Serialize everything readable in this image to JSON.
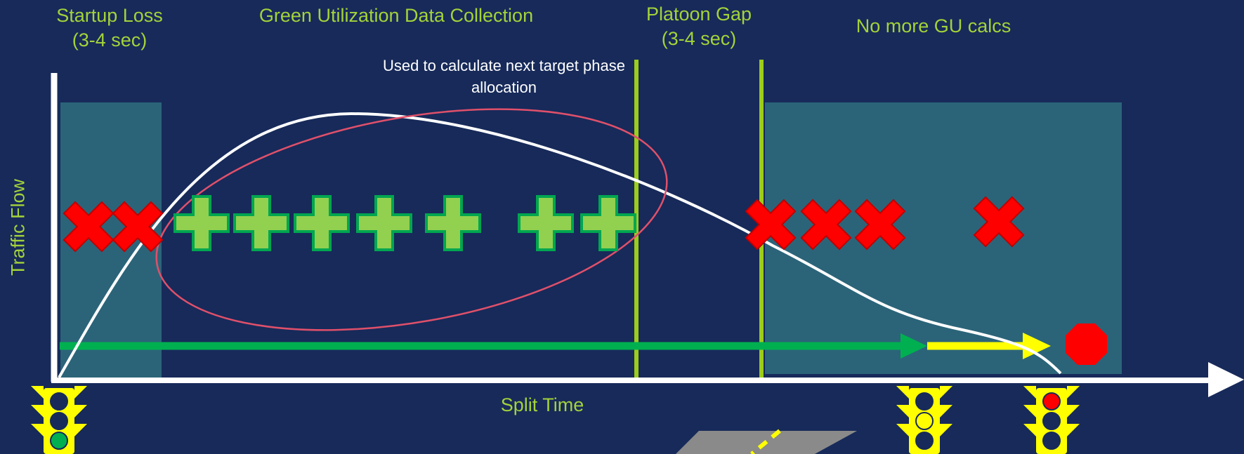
{
  "labels": {
    "startup_loss": "Startup Loss",
    "startup_loss_time": "(3-4 sec)",
    "gu_collection": "Green Utilization Data Collection",
    "platoon_gap": "Platoon Gap",
    "platoon_gap_time": "(3-4 sec)",
    "no_more_gu": "No more GU calcs",
    "used_to_calc_line1": "Used to calculate next target phase",
    "used_to_calc_line2": "allocation",
    "x_axis": "Split Time",
    "y_axis": "Traffic Flow"
  },
  "markers": {
    "startup_x_count": 2,
    "plus_count": 7,
    "post_gap_x_count": 4
  },
  "signals": [
    {
      "name": "start-signal",
      "active": "green"
    },
    {
      "name": "yellow-signal",
      "active": "yellow"
    },
    {
      "name": "red-signal",
      "active": "red"
    }
  ],
  "colors": {
    "background": "#172a5a",
    "label_green": "#a4d23a",
    "green_arrow": "#00b050",
    "yellow_arrow": "#ffff00",
    "stop": "#ff0000",
    "shaded_region": "#2b6479"
  }
}
